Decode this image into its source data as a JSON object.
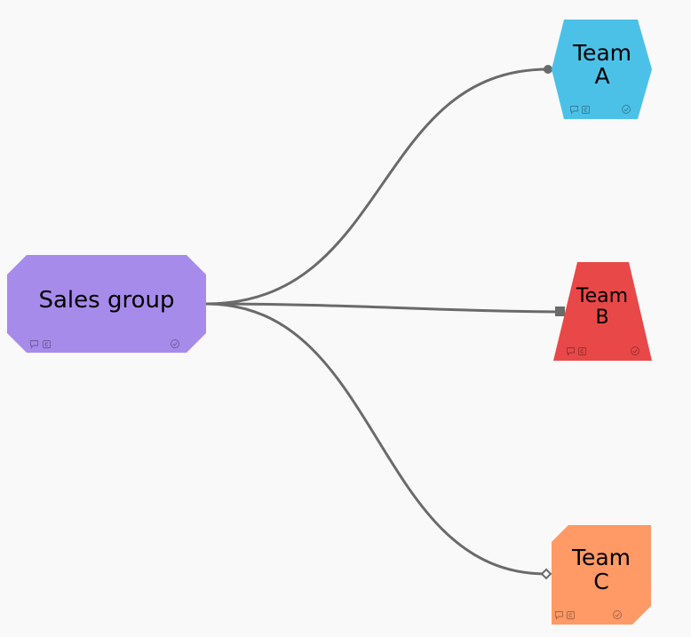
{
  "diagram": {
    "background": "#f9f9f9",
    "edge_color": "#6a6a6a",
    "nodes": [
      {
        "id": "sales",
        "label_lines": [
          "Sales group"
        ],
        "shape": "octagon",
        "fill": "#a78bea"
      },
      {
        "id": "team_a",
        "label_lines": [
          "Team",
          "A"
        ],
        "shape": "hexagon",
        "fill": "#4cc1e8"
      },
      {
        "id": "team_b",
        "label_lines": [
          "Team",
          "B"
        ],
        "shape": "trapezoid",
        "fill": "#e94848"
      },
      {
        "id": "team_c",
        "label_lines": [
          "Team",
          "C"
        ],
        "shape": "cut-corner-rectangle",
        "fill": "#ff9966"
      }
    ],
    "edges": [
      {
        "from": "sales",
        "to": "team_a",
        "end_marker": "circle"
      },
      {
        "from": "sales",
        "to": "team_b",
        "end_marker": "square"
      },
      {
        "from": "sales",
        "to": "team_c",
        "end_marker": "diamond"
      }
    ],
    "node_icons": [
      "comment-icon",
      "tag-icon",
      "check-icon"
    ]
  }
}
